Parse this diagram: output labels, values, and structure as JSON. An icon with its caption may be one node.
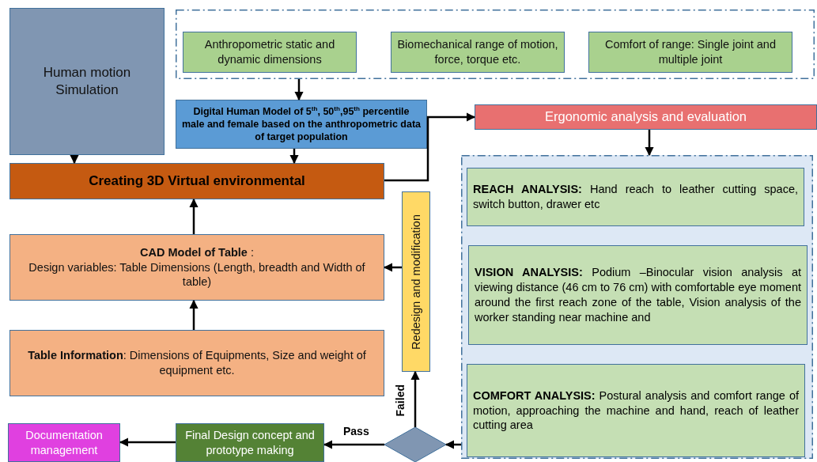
{
  "diagram": {
    "nodes": [
      {
        "text": [
          "Human motion Simulation"
        ]
      },
      {
        "text": [],
        "shape": "box"
      },
      {
        "text": [
          "Anthropometric static and dynamic dimensions"
        ],
        "in": 1
      },
      {
        "text": [
          "Biomechanical range of motion, force, torque etc."
        ],
        "in": 1
      },
      {
        "text": [
          "Comfort of range: Single joint and multiple joint"
        ],
        "in": 1
      },
      {
        "text": [
          "Digital Human Model of 5$^{th}$, 50$^{th}$,95$^{th}$ percentile male and female based on the anthropometric data of target population"
        ]
      },
      {
        "text": [
          "Creating 3D Virtual environmental"
        ]
      },
      {
        "text": [
          "Ergonomic analysis and evaluation"
        ]
      },
      {
        "text": [],
        "shape": "box"
      },
      {
        "text": [
          "**REACH ANALYSIS:**  Hand reach to leather cutting space, switch button, drawer etc"
        ],
        "in": 8
      },
      {
        "text": [
          "**VISION ANALYSIS:** Podium –Binocular vision analysis at viewing distance (46 cm to 76 cm) with comfortable eye moment around the first reach zone of the table, Vision analysis of the worker standing near machine and"
        ],
        "in": 8
      },
      {
        "text": [
          "**COMFORT ANALYSIS:** Postural analysis and comfort range of motion, approaching the machine and hand, reach of leather cutting area"
        ],
        "in": 8
      },
      {
        "text": [
          "**CAD Model of Table** :",
          "Design variables: Table Dimensions (Length, breadth and Width of table)"
        ]
      },
      {
        "text": [
          "**Table Information**: Dimensions of Equipments, Size and weight of equipment etc."
        ]
      },
      {
        "text": [
          "Redesign and modification"
        ]
      },
      {
        "text": [],
        "shape": "diamond"
      },
      {
        "text": [
          "Final Design concept and  prototype making"
        ]
      },
      {
        "text": [
          "Documentation management"
        ]
      }
    ],
    "edges": [
      {
        "from": 1,
        "to": 5,
        "arrow": "to"
      },
      {
        "from": 0,
        "to": 6,
        "arrow": "to"
      },
      {
        "from": 5,
        "to": 6,
        "arrow": "to"
      },
      {
        "from": 6,
        "to": 7,
        "arrow": "to"
      },
      {
        "from": 7,
        "to": 8,
        "arrow": "to"
      },
      {
        "from": 13,
        "to": 12,
        "arrow": "to"
      },
      {
        "from": 12,
        "to": 6,
        "arrow": "to"
      },
      {
        "from": 8,
        "to": 15,
        "arrow": "to"
      },
      {
        "from": 15,
        "to": 14,
        "arrow": "to",
        "label": "Failed"
      },
      {
        "from": 14,
        "to": 12,
        "arrow": "to"
      },
      {
        "from": 15,
        "to": 16,
        "arrow": "to",
        "label": "Pass"
      },
      {
        "from": 16,
        "to": 17,
        "arrow": "to"
      }
    ]
  }
}
